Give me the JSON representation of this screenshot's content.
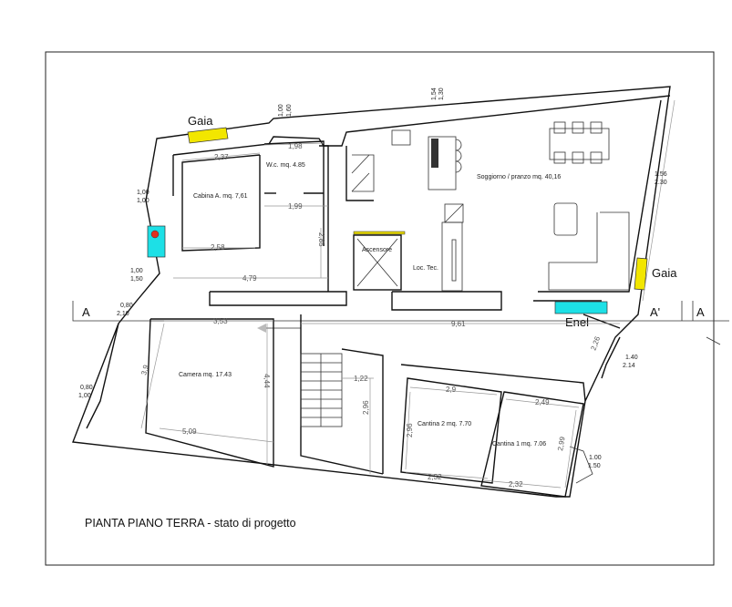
{
  "title": "PIANTA PIANO TERRA  - stato di progetto",
  "section_marks": {
    "left": "A",
    "middle": "A'",
    "right": "A"
  },
  "utilities": {
    "gaia_top": "Gaia",
    "gaia_right": "Gaia",
    "enel": "Enel"
  },
  "rooms": {
    "cabina": "Cabina A. mq. 7,61",
    "wc": "W.c. mq. 4.85",
    "soggiorno": "Soggiorno / pranzo mq. 40,16",
    "ascensore": "Ascensore",
    "loc_tec": "Loc. Tec.",
    "camera": "Camera mq. 17.43",
    "cantina2": "Cantina 2 mq. 7.70",
    "cantina1": "Cantina 1 mq. 7.06"
  },
  "dimensions": {
    "d237": "2,37",
    "d198": "1,98",
    "d199": "1,99",
    "d258": "2,58",
    "d479": "4,79",
    "d285": "2,85",
    "d353": "3,53",
    "d961": "9,61",
    "d509": "5,09",
    "d444": "4,44",
    "d39": "3,9",
    "d122": "1,22",
    "d296": "2,96",
    "d29": "2,9",
    "d249": "2,49",
    "d232a": "2,32",
    "d232b": "2,32",
    "d296b": "2,96",
    "d299": "2,99",
    "d226": "2,26",
    "w1a": "1,00",
    "w1b": "1,00",
    "w2a": "1,00",
    "w2b": "1,50",
    "w3a": "1.56",
    "w3b": "2.30",
    "w4a": "1.40",
    "w4b": "2.14",
    "w5a": "0,80",
    "w5b": "2,10",
    "w6a": "0,80",
    "w6b": "1,00",
    "w7a": "1.00",
    "w7b": "1.50",
    "w8a": "1,00",
    "w8b": "1,60",
    "w9a": "1,54",
    "w9b": "1,30"
  },
  "colors": {
    "gaia": "#f2e600",
    "enel": "#1de0e6",
    "marker": "#e0301e"
  }
}
